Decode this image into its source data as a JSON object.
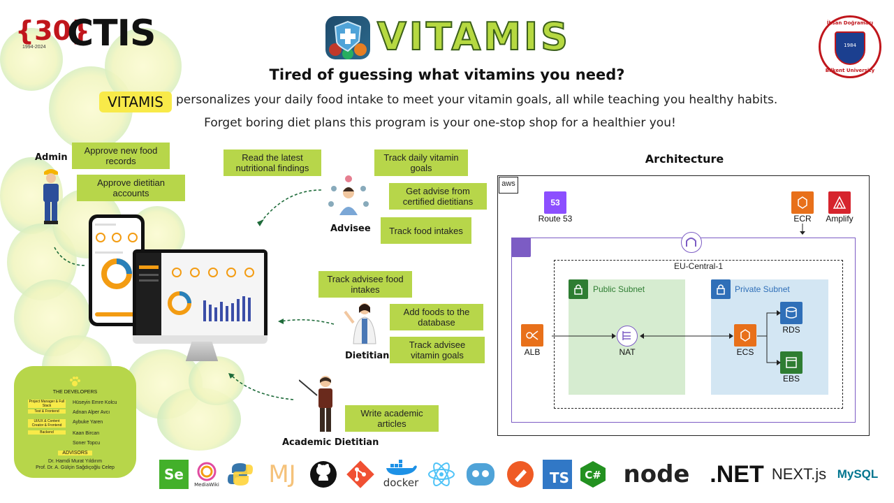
{
  "header": {
    "ctis_badge": "30",
    "ctis_years": "1994-2024",
    "ctis_word": "CTIS",
    "app_title": "VITAMIS",
    "bilkent_top": "İhsan Doğramacı",
    "bilkent_bottom": "Bilkent University",
    "bilkent_year": "1984"
  },
  "intro": {
    "headline": "Tired of guessing what vitamins you need?",
    "pill": "VITAMIS",
    "line1": "personalizes your daily food intake to meet your vitamin goals, all while teaching you healthy habits.",
    "line2": "Forget boring diet plans this program is your one-stop shop for a healthier you!"
  },
  "admin": {
    "label": "Admin",
    "notes": [
      "Approve new food records",
      "Approve dietitian accounts"
    ]
  },
  "advisee": {
    "label": "Advisee",
    "notes": [
      "Read the latest nutritional findings",
      "Track daily vitamin goals",
      "Get advise from certified dietitians",
      "Track food intakes"
    ]
  },
  "dietitian": {
    "label": "Dietitian",
    "notes": [
      "Track advisee food intakes",
      "Add foods to the database",
      "Track advisee vitamin goals"
    ]
  },
  "academic": {
    "label": "Academic Dietitian",
    "notes": [
      "Write academic articles"
    ]
  },
  "developers": {
    "title": "THE DEVELOPERS",
    "members": [
      {
        "role": "Project Manager & Full Stack",
        "name": "Hüseyin Emre Kolcu"
      },
      {
        "role": "Test & Frontend",
        "name": "Adnan Alper Avcı"
      },
      {
        "role": "UI/UX & Content Creator & Frontend",
        "name": "Aybuke Yaren"
      },
      {
        "role": "Backend",
        "name": "Kaan Bircan"
      },
      {
        "role": "",
        "name": "Soner Topcu"
      }
    ],
    "advisors_title": "ADVISORS",
    "advisors": [
      "Dr. Hamdi Murat Yıldırım",
      "Prof. Dr. A. Gülçin Sağdıçoğlu Celep"
    ]
  },
  "architecture": {
    "title": "Architecture",
    "aws_tag": "aws",
    "route53": "Route 53",
    "ecr": "ECR",
    "amplify": "Amplify",
    "region": "EU-Central-1",
    "public_subnet": "Public Subnet",
    "private_subnet": "Private Subnet",
    "alb": "ALB",
    "nat": "NAT",
    "ecs": "ECS",
    "rds": "RDS",
    "ebs": "EBS",
    "colors": {
      "compute": "#e8701a",
      "network": "#8c4fff",
      "storage": "#2e7d32",
      "database": "#2f6fb8",
      "security": "#d6242d"
    }
  },
  "tech_stack": [
    {
      "icon": "selenium-logo",
      "label": "Se"
    },
    {
      "icon": "mediawiki-logo",
      "label": "MediaWiki"
    },
    {
      "icon": "python-logo",
      "label": ""
    },
    {
      "icon": "mj-logo",
      "label": "MJ"
    },
    {
      "icon": "github-logo",
      "label": ""
    },
    {
      "icon": "git-logo",
      "label": ""
    },
    {
      "icon": "docker-logo",
      "label": "docker"
    },
    {
      "icon": "react-logo",
      "label": ""
    },
    {
      "icon": "bitbucket-logo",
      "label": ""
    },
    {
      "icon": "postman-logo",
      "label": ""
    },
    {
      "icon": "typescript-logo",
      "label": "TS"
    },
    {
      "icon": "csharp-logo",
      "label": "C#"
    },
    {
      "icon": "nodejs-logo",
      "label": "node"
    },
    {
      "icon": "dotnet-logo",
      "label": ".NET"
    },
    {
      "icon": "nextjs-logo",
      "label": "NEXT.js"
    },
    {
      "icon": "mysql-logo",
      "label": "MySQL"
    }
  ]
}
